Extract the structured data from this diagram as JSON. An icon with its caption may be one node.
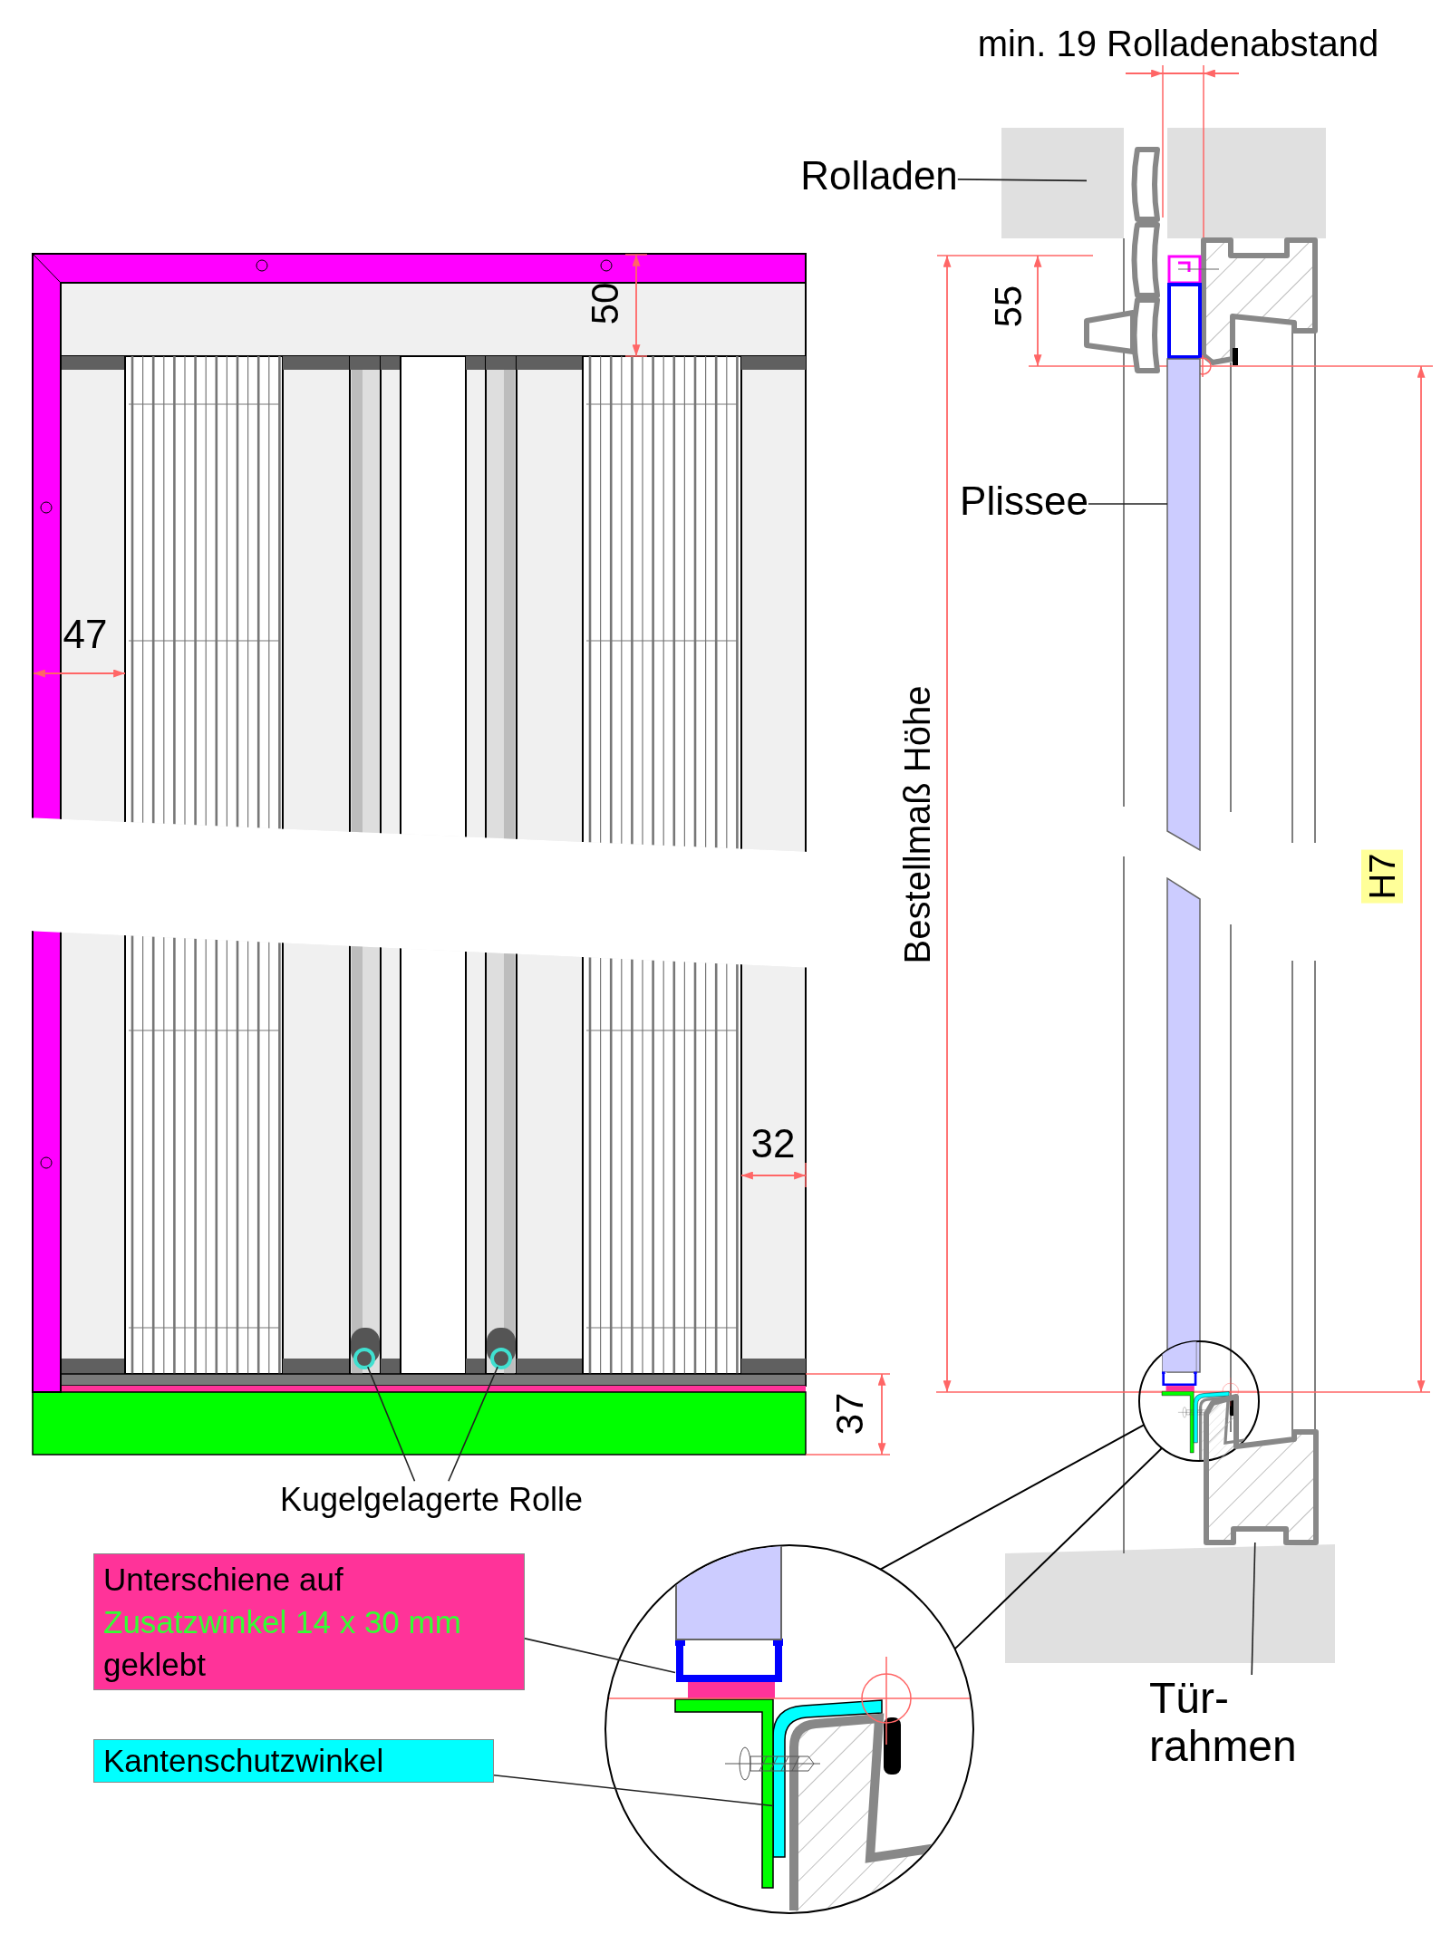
{
  "diagram": {
    "nodes": [
      {
        "text": [
          "Rolladen"
        ]
      },
      {
        "text": [],
        "shape": "picture"
      },
      {
        "text": [
          "Plissee"
        ]
      },
      {
        "text": [],
        "shape": "bar"
      },
      {
        "text": [
          "Kugelgelagerte Rolle"
        ]
      },
      {
        "text": [],
        "shape": "circle"
      },
      {
        "text": [],
        "shape": "circle"
      },
      {
        "text": [
          "Unterschiene auf",
          "Zusatzwinkel 14 x 30 mm",
          "geklebt"
        ]
      },
      {
        "text": [
          "Kantenschutzwinkel"
        ]
      },
      {
        "text": [],
        "shape": "circle"
      },
      {
        "text": [],
        "shape": "bar",
        "in": 9
      },
      {
        "text": [],
        "shape": "bar",
        "in": 9
      },
      {
        "text": [],
        "shape": "circle"
      },
      {
        "text": [
          "Tür- rahmen"
        ]
      },
      {
        "text": [],
        "shape": "picture"
      }
    ],
    "edges": [
      {
        "from": 0,
        "to": 1,
        "arrow": "none"
      },
      {
        "from": 2,
        "to": 3,
        "arrow": "none"
      },
      {
        "from": 4,
        "to": 5,
        "arrow": "none"
      },
      {
        "from": 4,
        "to": 6,
        "arrow": "none"
      },
      {
        "from": 7,
        "to": 10,
        "arrow": "none"
      },
      {
        "from": 8,
        "to": 11,
        "arrow": "none"
      },
      {
        "from": 13,
        "to": 14,
        "arrow": "none"
      },
      {
        "from": 12,
        "to": 9,
        "arrow": "none"
      },
      {
        "from": 12,
        "to": 9,
        "arrow": "none"
      }
    ],
    "labels": [
      "min. 19 Rolladenabstand",
      "50",
      "55",
      "47",
      "Bestellmaß Höhe",
      "H7",
      "32",
      "37"
    ]
  }
}
